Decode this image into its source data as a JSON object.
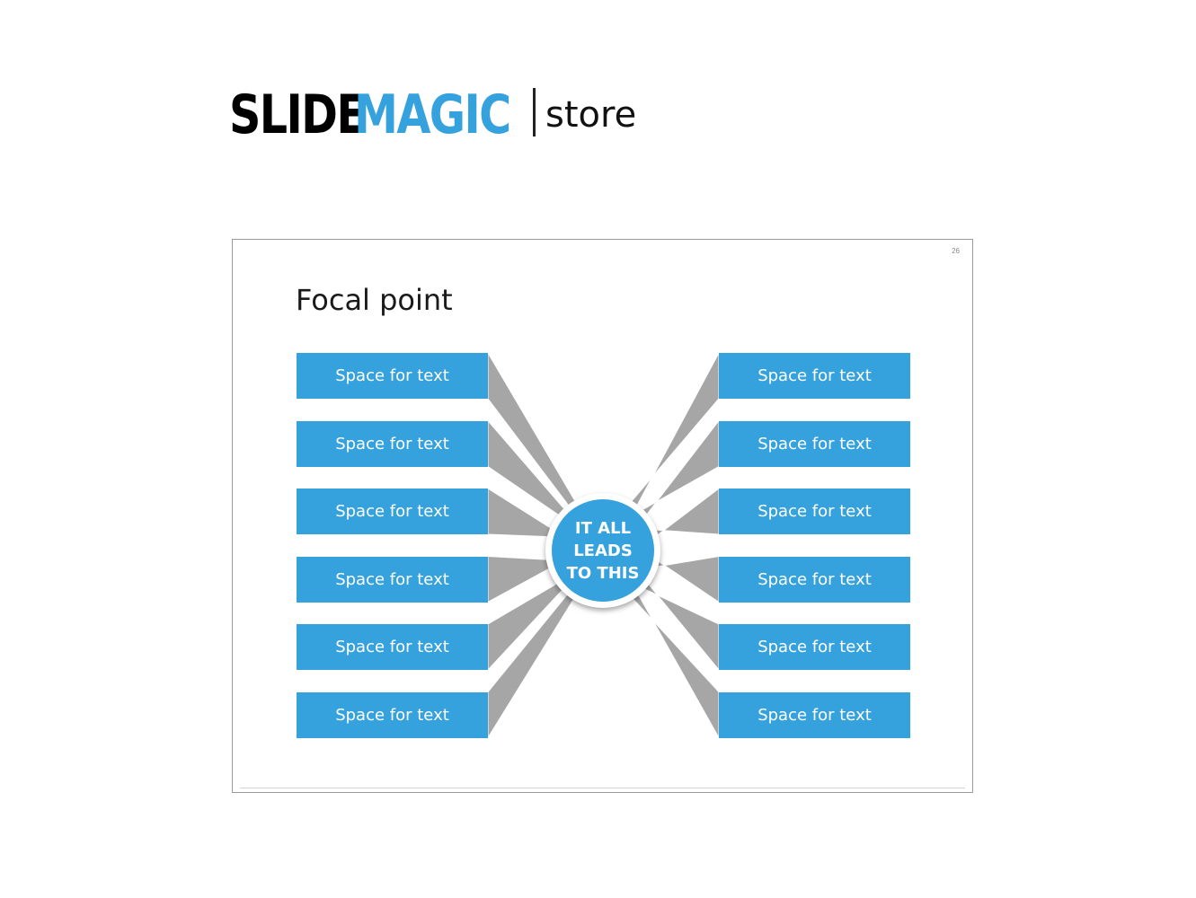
{
  "brand": {
    "part1": "SLIDE",
    "part2": "MAGIC",
    "part3": "store",
    "accent_color": "#35a1dd"
  },
  "slide": {
    "number": "26",
    "title": "Focal point",
    "center_label": "IT ALL\nLEADS\nTO THIS",
    "left_boxes": [
      "Space for text",
      "Space for text",
      "Space for text",
      "Space for text",
      "Space for text",
      "Space for text"
    ],
    "right_boxes": [
      "Space for text",
      "Space for text",
      "Space for text",
      "Space for text",
      "Space for text",
      "Space for text"
    ],
    "box_color": "#35a1dd",
    "connector_color": "#a6a6a6"
  }
}
